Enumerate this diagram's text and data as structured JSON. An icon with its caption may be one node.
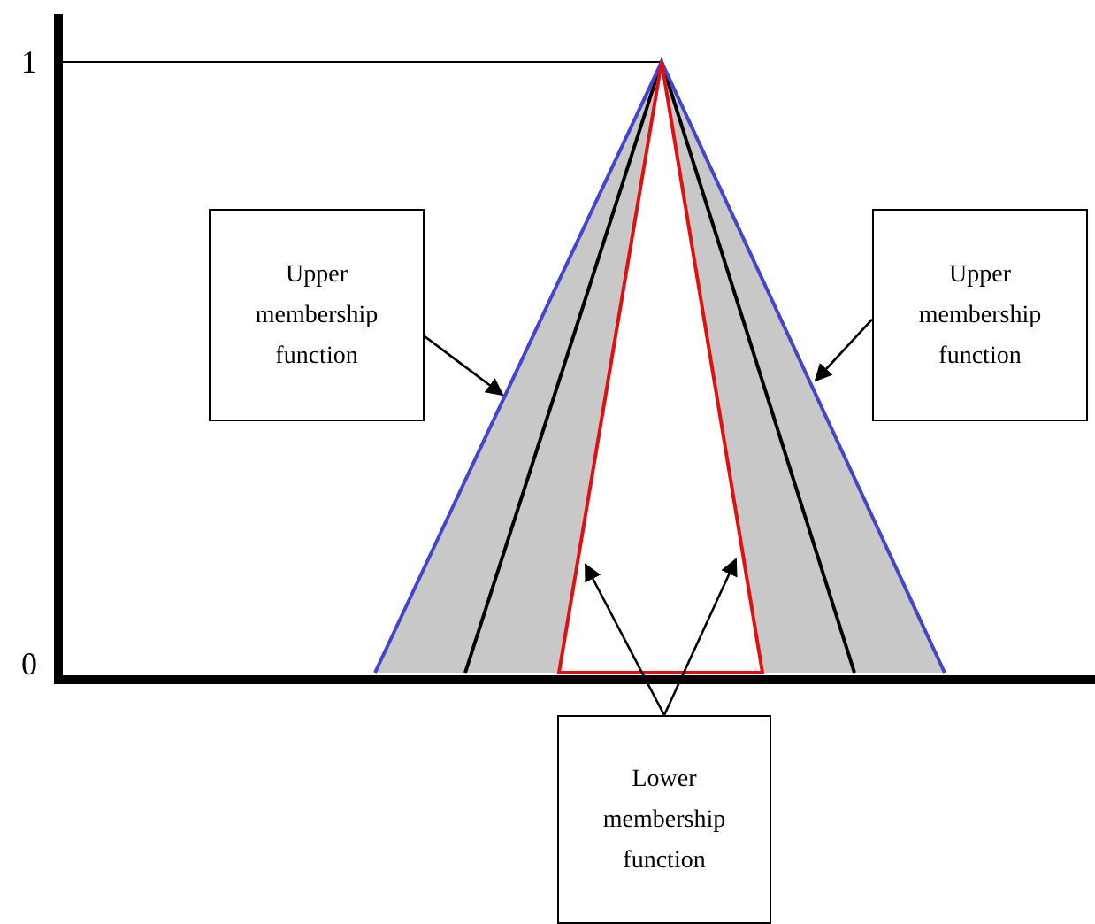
{
  "diagram": {
    "nodes": [
      {
        "text": [
          "Upper membership function"
        ]
      },
      {
        "text": [
          "Upper membership function"
        ]
      },
      {
        "text": [
          "Lower membership function"
        ]
      }
    ],
    "edges": [
      {
        "from": 0,
        "to": null,
        "arrow": "to"
      },
      {
        "from": 1,
        "to": null,
        "arrow": "to"
      },
      {
        "from": 2,
        "to": null,
        "arrow": "to"
      },
      {
        "from": 2,
        "to": null,
        "arrow": "to"
      }
    ],
    "labels": [
      "1",
      "0"
    ]
  }
}
